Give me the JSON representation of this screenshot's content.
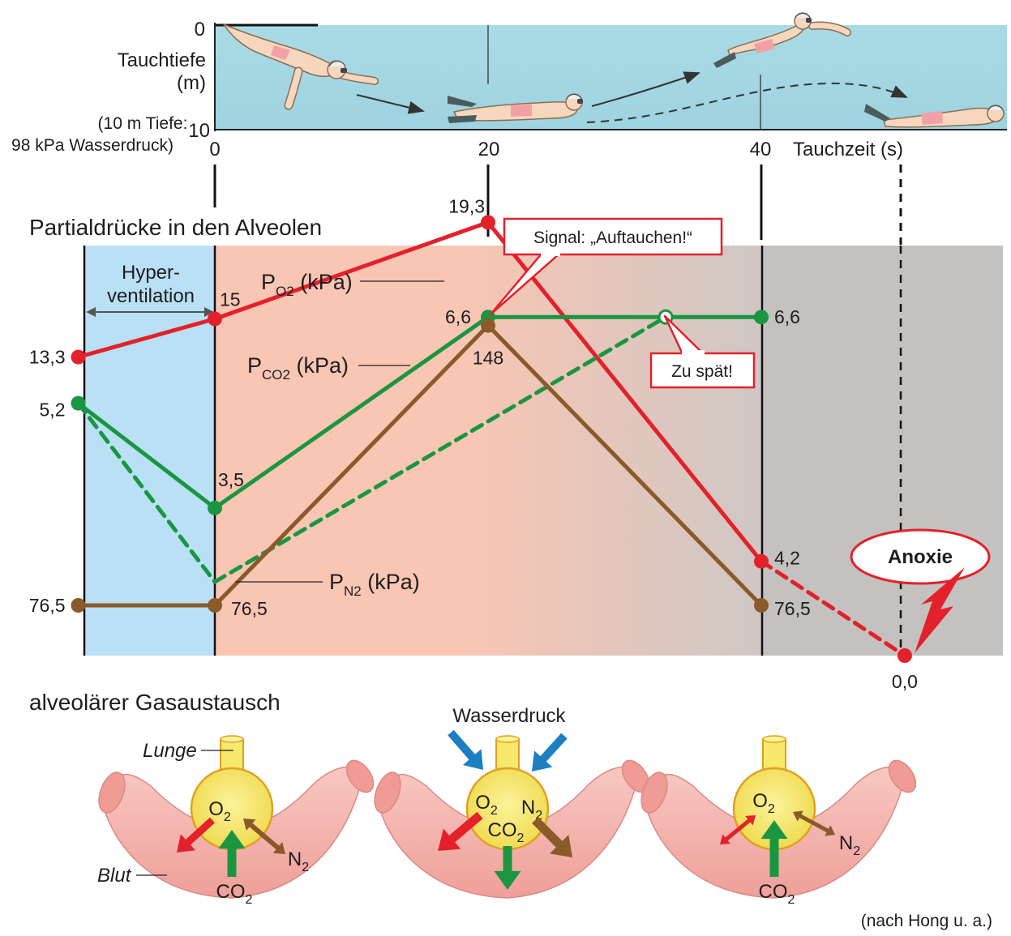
{
  "dive": {
    "depth_axis_label_1": "Tauchtiefe",
    "depth_axis_label_2": "(m)",
    "depth_tick_0": "0",
    "depth_tick_10": "10",
    "depth_note_1": "(10 m Tiefe:",
    "depth_note_2": "98 kPa Wasserdruck)",
    "time_ticks": [
      "0",
      "20",
      "40"
    ],
    "time_axis_label": "Tauchzeit (s)"
  },
  "partial": {
    "title": "Partialdrücke in den Alveolen",
    "hyper_1": "Hyper-",
    "hyper_2": "ventilation",
    "po2_label": {
      "p": "P",
      "sub": "O2",
      "unit": " (kPa)"
    },
    "pco2_label": {
      "p": "P",
      "sub": "CO2",
      "unit": " (kPa)"
    },
    "pn2_label": {
      "p": "P",
      "sub": "N2",
      "unit": " (kPa)"
    },
    "signal": "Signal: „Auftauchen!“",
    "too_late": "Zu spät!",
    "anoxie": "Anoxie"
  },
  "chart_data": {
    "type": "line",
    "x_unit": "s",
    "series": [
      {
        "name": "PO2 (kPa)",
        "color": "#e3212b",
        "points": [
          {
            "t": -10,
            "v": 13.3,
            "label": "13,3"
          },
          {
            "t": 0,
            "v": 15,
            "label": "15"
          },
          {
            "t": 20,
            "v": 19.3,
            "label": "19,3"
          },
          {
            "t": 40,
            "v": 4.2,
            "label": "4,2"
          },
          {
            "t": 50.5,
            "v": 0.0,
            "label": "0,0",
            "dashed_from_prev": true
          }
        ]
      },
      {
        "name": "PCO2 (kPa)",
        "color": "#1a9641",
        "points": [
          {
            "t": -10,
            "v": 5.2,
            "label": "5,2"
          },
          {
            "t": 0,
            "v": 3.5,
            "label": "3,5"
          },
          {
            "t": 20,
            "v": 6.6,
            "label": "6,6"
          },
          {
            "t": 40,
            "v": 6.6,
            "label": "6,6"
          }
        ]
      },
      {
        "name": "PCO2 (kPa) dashed",
        "color": "#1a9641",
        "dashed": true,
        "points": [
          {
            "t": -10,
            "v": 5.2
          },
          {
            "t": 0,
            "v": 2.3
          },
          {
            "t": 33,
            "v": 6.6,
            "open": true
          }
        ]
      },
      {
        "name": "PN2 (kPa)",
        "color": "#8b5a2b",
        "points": [
          {
            "t": -10,
            "v": 76.5,
            "label": "76,5"
          },
          {
            "t": 0,
            "v": 76.5,
            "label": "76,5"
          },
          {
            "t": 20,
            "v": 148,
            "label": "148"
          },
          {
            "t": 40,
            "v": 76.5,
            "label": "76,5"
          }
        ]
      }
    ]
  },
  "exchange": {
    "title": "alveolärer Gasaustausch",
    "water_pressure": "Wasserdruck",
    "lunge": "Lunge",
    "blut": "Blut",
    "o2": "O",
    "co2": "CO",
    "n2": "N",
    "two": "2",
    "source": "(nach Hong u. a.)"
  },
  "colors": {
    "water": "#a9dbe6",
    "hyper_bg": "#b9e0f5",
    "dive_bg": "#f9c6b4",
    "late_bg": "#c4c2c0",
    "red": "#e3212b",
    "green": "#1a9641",
    "brown": "#8b5a2b",
    "blue_arrow": "#1b7fc1",
    "lung_yellow": "#f7e96b",
    "blood_pink": "#f4b3ae"
  }
}
